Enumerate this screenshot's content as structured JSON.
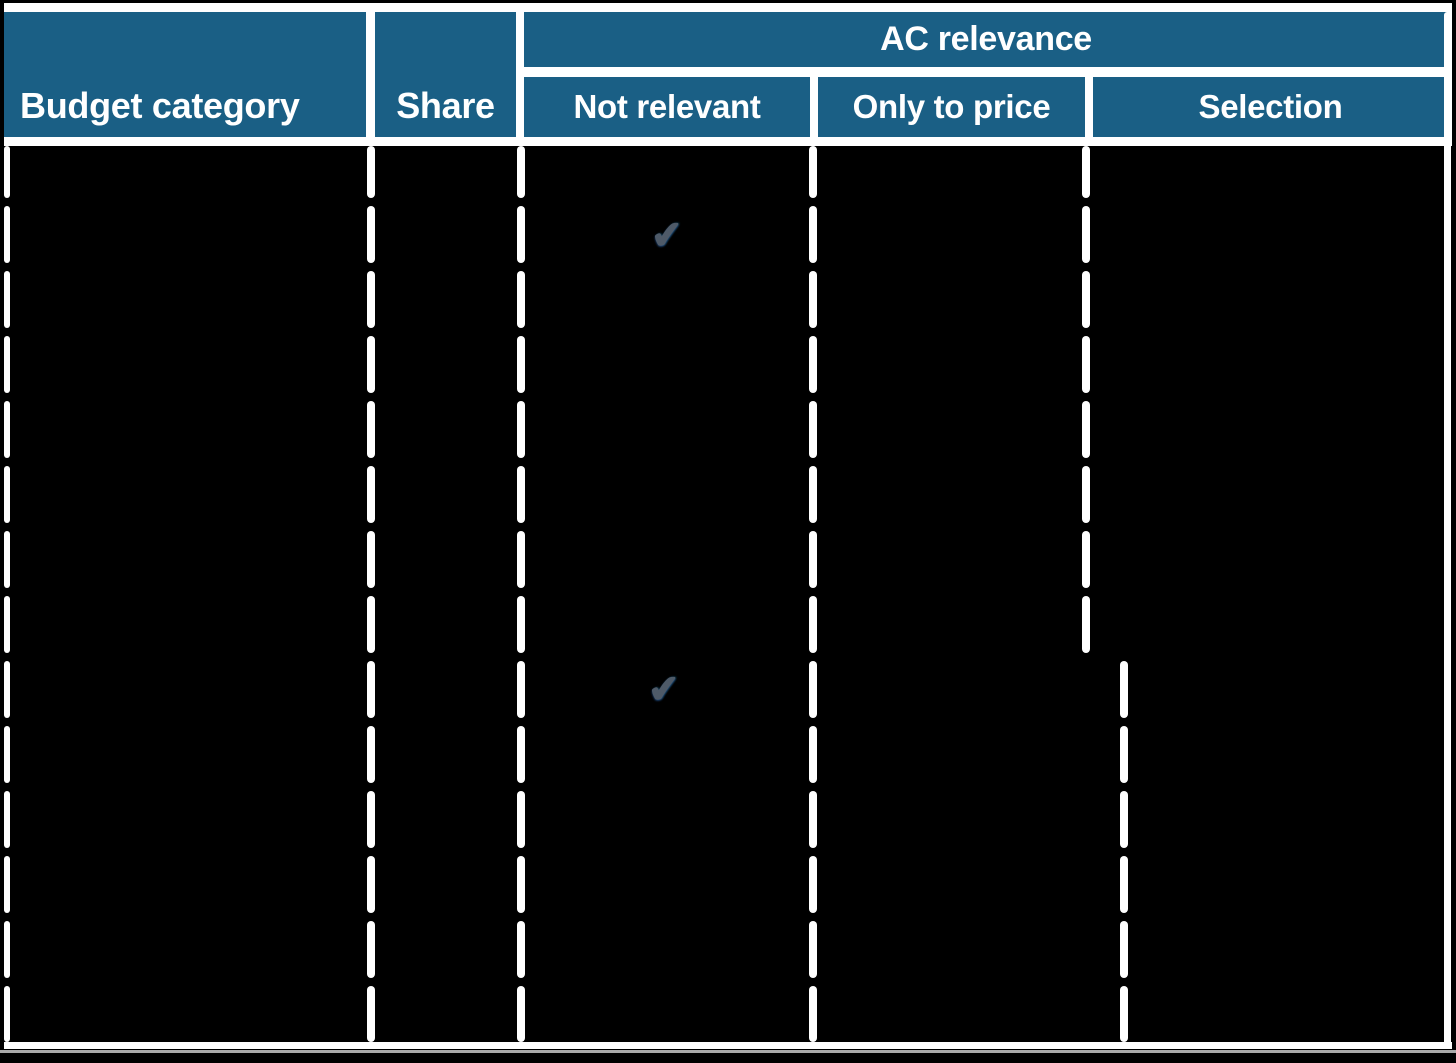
{
  "table": {
    "header": {
      "budget_category": "Budget category",
      "share": "Share",
      "ac_relevance": "AC relevance",
      "sub_columns": [
        "Not relevant",
        "Only to price",
        "Selection"
      ]
    },
    "body": {
      "row_count": 14,
      "check_glyph": "✔",
      "visible_marks": [
        {
          "row": 2,
          "column": "Not relevant"
        },
        {
          "row": 9,
          "column": "Not relevant"
        }
      ]
    },
    "colors": {
      "header_bg": "#1A5F85",
      "header_text": "#FFFFFF",
      "body_bg": "#000000",
      "gridline": "#FFFFFF",
      "checkmark": "#4E5A68"
    }
  },
  "chart_data": {
    "type": "table",
    "title": "",
    "columns": [
      "Budget category",
      "Share",
      "Not relevant",
      "Only to price",
      "Selection"
    ],
    "column_groups": [
      {
        "label": "AC relevance",
        "columns": [
          "Not relevant",
          "Only to price",
          "Selection"
        ]
      }
    ],
    "rows": [
      [
        "",
        "",
        "",
        "",
        ""
      ],
      [
        "",
        "",
        "✔",
        "",
        ""
      ],
      [
        "",
        "",
        "",
        "",
        ""
      ],
      [
        "",
        "",
        "",
        "",
        ""
      ],
      [
        "",
        "",
        "",
        "",
        ""
      ],
      [
        "",
        "",
        "",
        "",
        ""
      ],
      [
        "",
        "",
        "",
        "",
        ""
      ],
      [
        "",
        "",
        "",
        "",
        ""
      ],
      [
        "",
        "",
        "✔",
        "",
        ""
      ],
      [
        "",
        "",
        "",
        "",
        ""
      ],
      [
        "",
        "",
        "",
        "",
        ""
      ],
      [
        "",
        "",
        "",
        "",
        ""
      ],
      [
        "",
        "",
        "",
        "",
        ""
      ],
      [
        "",
        "",
        "",
        "",
        ""
      ]
    ]
  }
}
